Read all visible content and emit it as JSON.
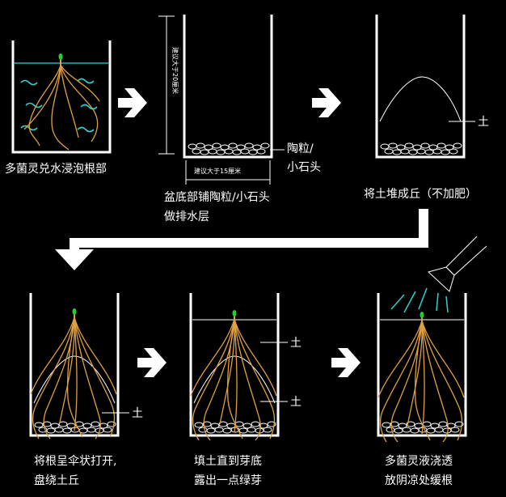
{
  "steps": {
    "soak": {
      "caption": "多菌灵兑水浸泡根部"
    },
    "drain": {
      "caption_line1": "盆底部铺陶粒/小石头",
      "caption_line2": "做排水层",
      "side_label_line1": "陶粒/",
      "side_label_line2": "小石头",
      "depth_note": "建议大于20厘米",
      "width_note": "建议大于15厘米"
    },
    "mound": {
      "caption": "将土堆成丘（不加肥）",
      "soil_label": "土"
    },
    "spread": {
      "caption_line1": "将根呈伞状打开,",
      "caption_line2": "盘绕土丘",
      "soil_label": "土"
    },
    "fill": {
      "caption_line1": "填土直到芽底",
      "caption_line2": "露出一点绿芽",
      "soil_label_top": "土",
      "soil_label_bottom": "土"
    },
    "water": {
      "caption_line1": "多菌灵液浇透",
      "caption_line2": "放阴凉处缓根"
    }
  },
  "colors": {
    "background": "#000000",
    "line": "#ffffff",
    "root": "#e0a040",
    "water": "#2fd1d1",
    "sprout": "#22cc33"
  }
}
